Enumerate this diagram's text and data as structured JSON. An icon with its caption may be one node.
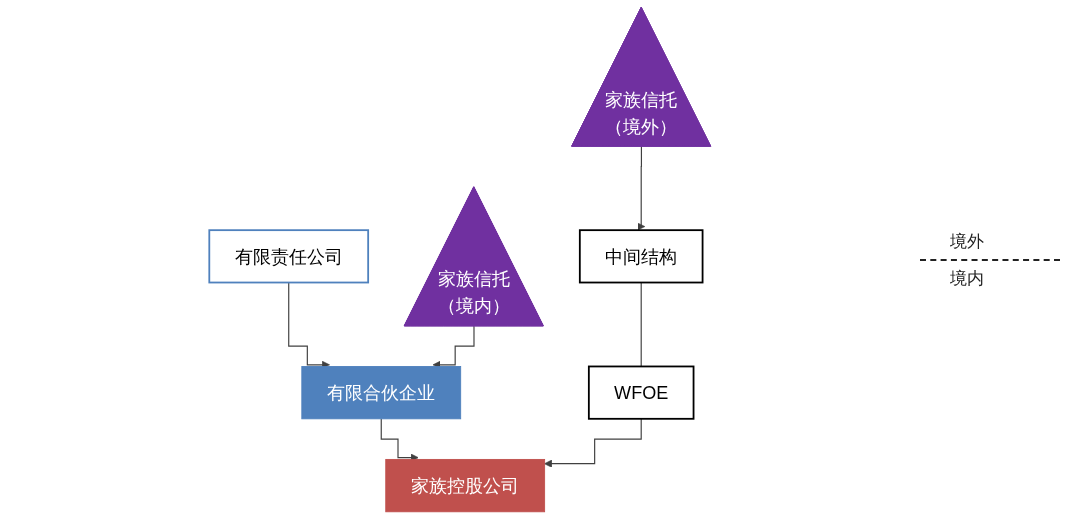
{
  "diagram": {
    "nodes": [
      {
        "text": [
          "家族信托",
          "（境外）"
        ]
      },
      {
        "text": [
          "中间结构"
        ]
      },
      {
        "text": [
          "有限责任公司"
        ]
      },
      {
        "text": [
          "家族信托",
          "（境内）"
        ]
      },
      {
        "text": [
          "有限合伙企业"
        ]
      },
      {
        "text": [
          "WFOE"
        ]
      },
      {
        "text": [
          "家族控股公司"
        ]
      }
    ],
    "edges": [
      {
        "from": 0,
        "to": 1,
        "arrow": "to"
      },
      {
        "from": 1,
        "to": 5,
        "arrow": "none"
      },
      {
        "from": 2,
        "to": 4,
        "arrow": "to"
      },
      {
        "from": 3,
        "to": 4,
        "arrow": "to"
      },
      {
        "from": 4,
        "to": 6,
        "arrow": "to"
      },
      {
        "from": 5,
        "to": 6,
        "arrow": "to"
      }
    ],
    "labels": [
      "境外",
      "境内"
    ]
  }
}
